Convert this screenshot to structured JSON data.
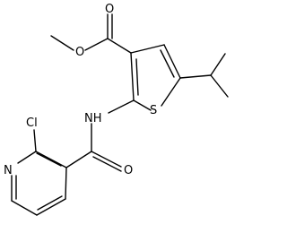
{
  "structure": {
    "atoms": [
      {
        "id": "O_carbonyl_ester",
        "label": "O"
      },
      {
        "id": "O_ester",
        "label": "O"
      },
      {
        "id": "S_thiophene",
        "label": "S"
      },
      {
        "id": "N_amide",
        "label": "NH"
      },
      {
        "id": "Cl",
        "label": "Cl"
      },
      {
        "id": "N_pyridine",
        "label": "N"
      },
      {
        "id": "O_amide",
        "label": "O"
      }
    ]
  },
  "colors": {
    "bond": "#000000",
    "label": "#000000",
    "background": "#ffffff"
  }
}
